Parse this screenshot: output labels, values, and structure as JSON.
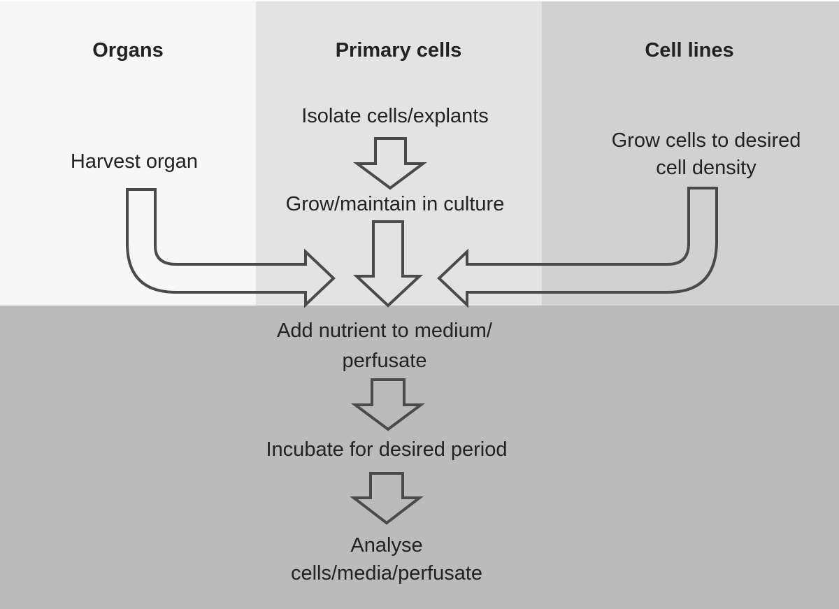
{
  "columns": [
    {
      "heading": "Organs",
      "step": "Harvest organ"
    },
    {
      "heading": "Primary cells",
      "steps": [
        "Isolate cells/explants",
        "Grow/maintain in culture"
      ]
    },
    {
      "heading": "Cell lines",
      "step_line1": "Grow cells to desired",
      "step_line2": "cell density"
    }
  ],
  "shared_steps": {
    "add_nutrient_line1": "Add nutrient to medium/",
    "add_nutrient_line2": "perfusate",
    "incubate": "Incubate for desired period",
    "analyse_line1": "Analyse",
    "analyse_line2": "cells/media/perfusate"
  },
  "colors": {
    "organs_bg": "#f7f7f7",
    "primary_bg": "#e3e3e3",
    "lines_bg": "#d1d1d1",
    "shared_bg": "#bbbbbb",
    "arrow_stroke": "#4a4a4a"
  }
}
